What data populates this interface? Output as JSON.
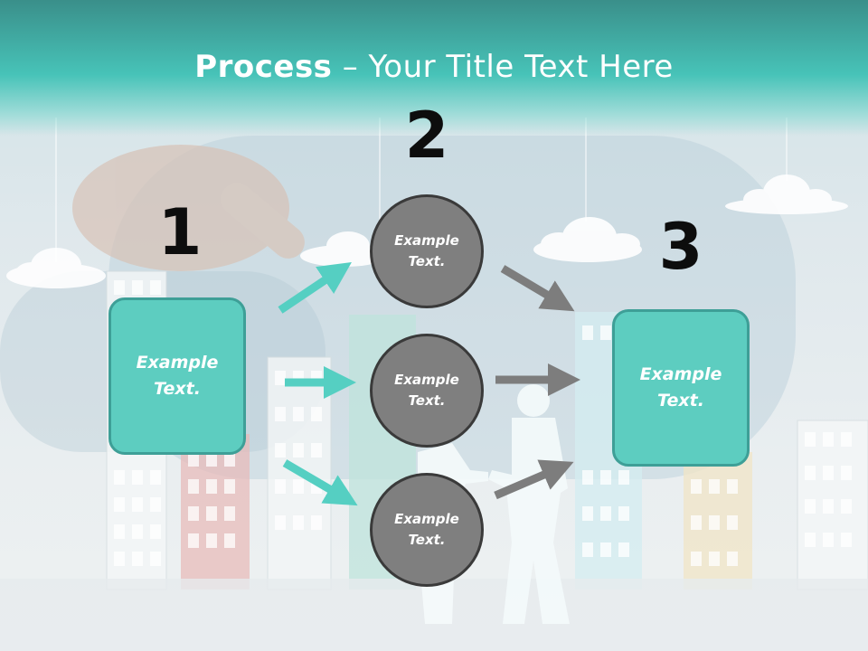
{
  "slide": {
    "title_bold": "Process",
    "title_rest": " – Your Title Text Here"
  },
  "steps": {
    "step1": {
      "number": "1",
      "text": "Example Text."
    },
    "step2": {
      "number": "2",
      "circles": [
        "Example Text.",
        "Example Text.",
        "Example Text."
      ]
    },
    "step3": {
      "number": "3",
      "text": "Example Text."
    }
  },
  "colors": {
    "header": "#47c3b8",
    "box_fill": "#5dcdc0",
    "circle_fill": "#7f7f7f",
    "arrow_teal": "#55cfc2",
    "arrow_gray": "#7d7d7d"
  }
}
